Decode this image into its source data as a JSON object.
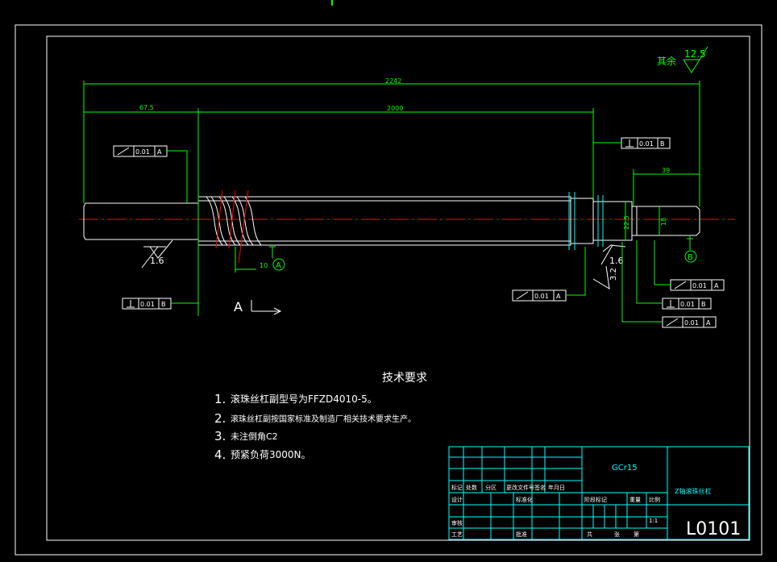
{
  "surface_finish": {
    "label": "其余",
    "value": "12.5"
  },
  "dimensions": {
    "overall_length": "2242",
    "left_journal": "67.5",
    "thread_length": "2000",
    "right_journal_len": "39",
    "right_dia_1": "22.5",
    "right_dia_2": "18",
    "pitch": "10",
    "roughness_left": "1.6",
    "roughness_right": "1.6",
    "roughness_3_2": "3.2"
  },
  "tolerances": {
    "t1": {
      "tol": "0.01",
      "datum": "A"
    },
    "t2": {
      "tol": "0.01",
      "datum": "B"
    },
    "t3": {
      "tol": "0.01",
      "datum": "B"
    },
    "t4": {
      "tol": "0.01",
      "datum": "A"
    },
    "t5": {
      "tol": "0.01",
      "datum": "A"
    },
    "t6": {
      "tol": "0.01",
      "datum": "B"
    },
    "t7": {
      "tol": "0.01",
      "datum": "A"
    }
  },
  "datums": {
    "a": "A",
    "b": "B",
    "section": "A"
  },
  "tech_requirements": {
    "title": "技术要求",
    "items": [
      {
        "num": "1.",
        "text": "滚珠丝杠副型号为FFZD4010-5。"
      },
      {
        "num": "2.",
        "text": "滚珠丝杠副按国家标准及制造厂相关技术要求生产。"
      },
      {
        "num": "3.",
        "text": "未注倒角C2"
      },
      {
        "num": "4.",
        "text": "预紧负荷3000N。"
      }
    ]
  },
  "title_block": {
    "material": "GCr15",
    "part_name": "Z轴滚珠丝杠",
    "drawing_number": "L0101",
    "labels": {
      "mark": "标记",
      "count": "处数",
      "zone": "分区",
      "change_doc": "更改文件号",
      "sign": "签名",
      "date": "年月日",
      "design": "设计",
      "standardize": "标准化",
      "review": "审核",
      "process": "工艺",
      "approve": "批准",
      "stage_mark": "阶段标记",
      "weight": "重量",
      "scale": "比例",
      "scale_value": "1:1",
      "sheet_total": "共",
      "sheet": "张",
      "sheet_no": "第"
    }
  },
  "colors": {
    "background": "#000000",
    "geometry": "#ffffff",
    "dimension": "#00ff00",
    "centerline": "#ff0000",
    "title_block": "#00ffff"
  }
}
